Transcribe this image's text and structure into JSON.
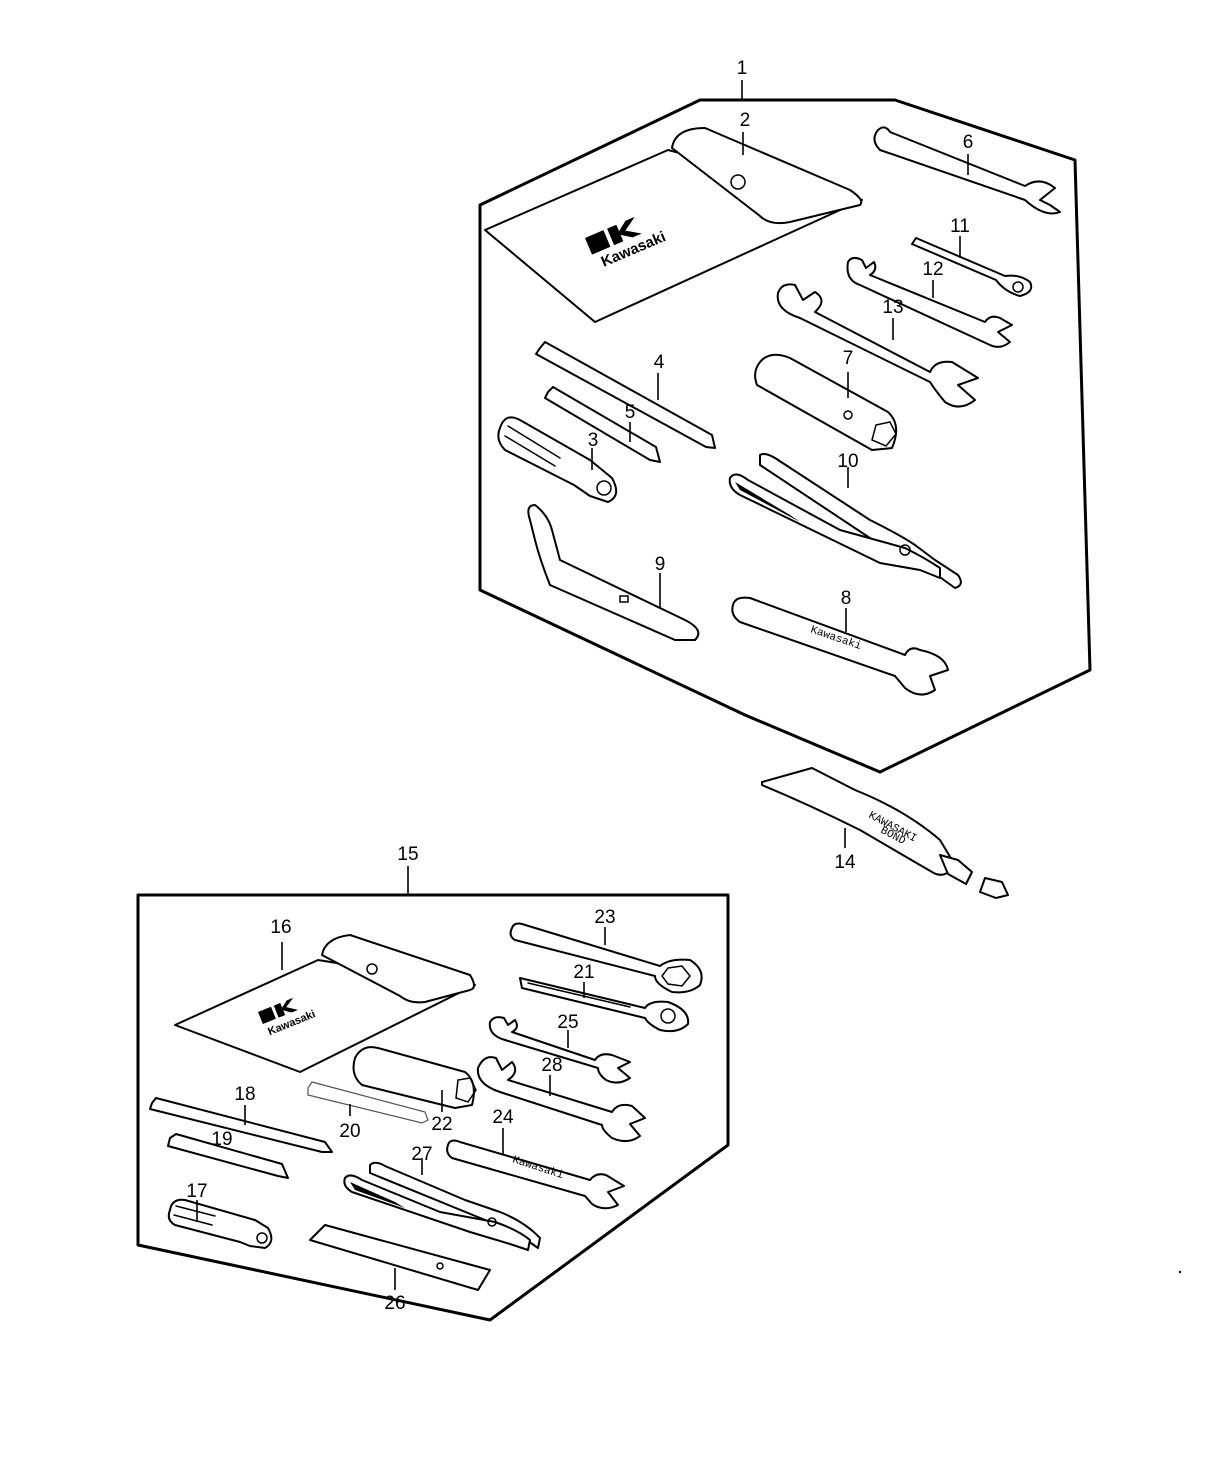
{
  "diagram": {
    "callouts": {
      "c1": "1",
      "c2": "2",
      "c3": "3",
      "c4": "4",
      "c5": "5",
      "c6": "6",
      "c7": "7",
      "c8": "8",
      "c9": "9",
      "c10": "10",
      "c11": "11",
      "c12": "12",
      "c13": "13",
      "c14": "14",
      "c15": "15",
      "c16": "16",
      "c17": "17",
      "c18": "18",
      "c19": "19",
      "c20": "20",
      "c21": "21",
      "c22": "22",
      "c23": "23",
      "c24": "24",
      "c25": "25",
      "c26": "26",
      "c27": "27",
      "c28": "28"
    },
    "markings": {
      "pouch_brand_upper": "Kawasaki",
      "pouch_brand_lower": "Kawasaki",
      "wrench_brand": "Kawasaki",
      "tube_line1": "KAWASAKI",
      "tube_line2": "BOND"
    }
  }
}
